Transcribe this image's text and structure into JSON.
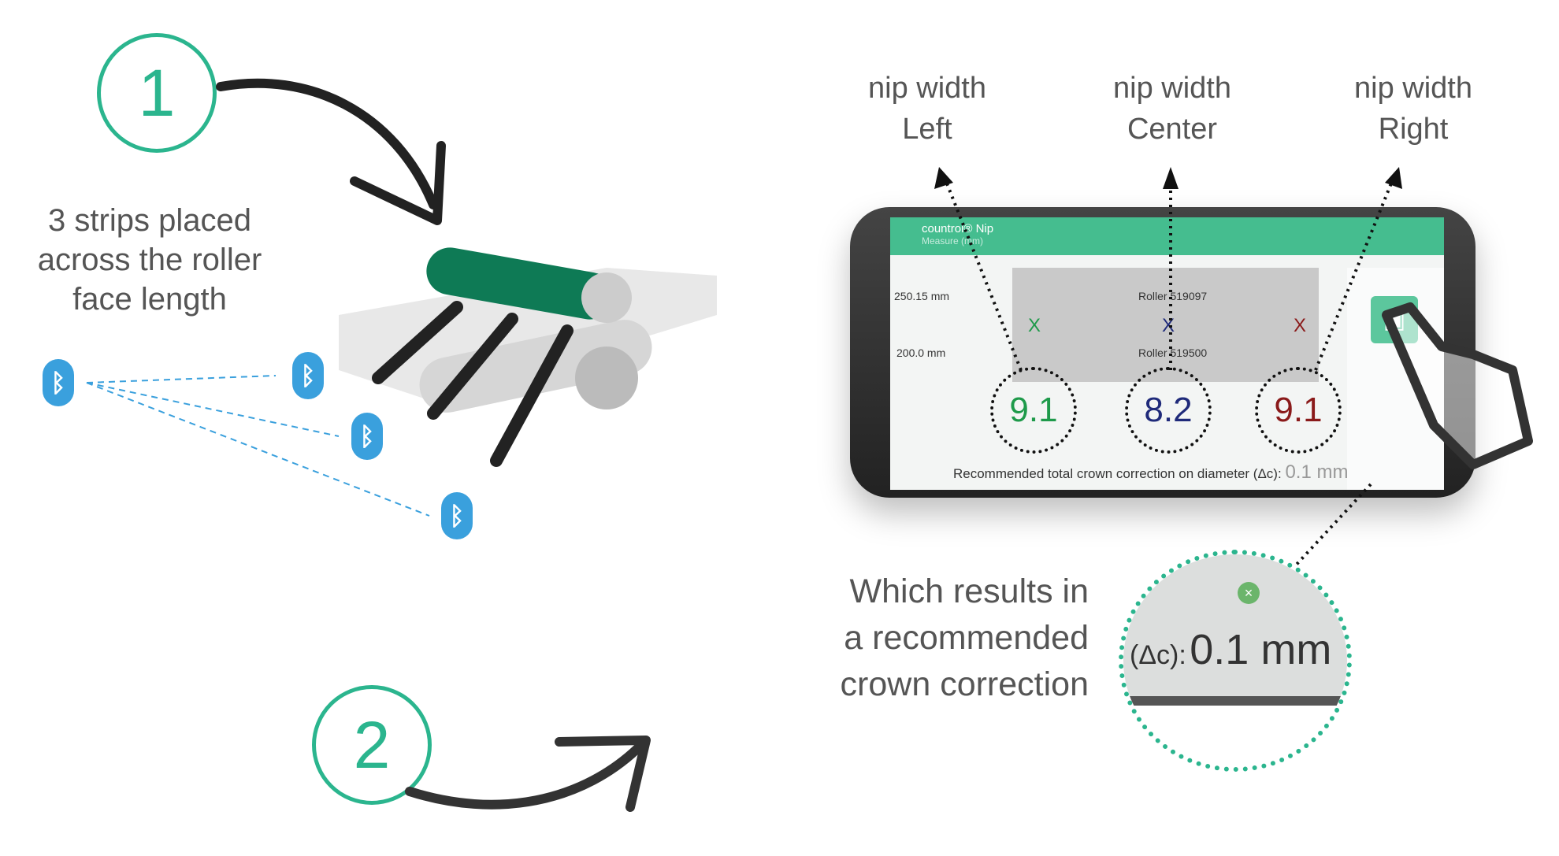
{
  "steps": {
    "one": "1",
    "two": "2"
  },
  "left_caption": [
    "3 strips placed",
    "across the roller",
    "face length"
  ],
  "icons": {
    "bluetooth": "bluetooth-icon",
    "hand": "hand-pointer-icon",
    "save": "save-icon"
  },
  "nip_labels": [
    {
      "line1": "nip width",
      "line2": "Left"
    },
    {
      "line1": "nip width",
      "line2": "Center"
    },
    {
      "line1": "nip width",
      "line2": "Right"
    }
  ],
  "phone": {
    "app_title": "countrol® Nip",
    "app_subtitle": "Measure (mm)",
    "diameter_top": "250.15 mm",
    "diameter_bottom": "200.0 mm",
    "roller_top": "Roller 519097",
    "roller_bottom": "Roller 519500",
    "markers": [
      "X",
      "X",
      "X"
    ],
    "values": [
      {
        "value": "9.1",
        "color": "#1e9a4a"
      },
      {
        "value": "8.2",
        "color": "#1f2a7a"
      },
      {
        "value": "9.1",
        "color": "#8a1a1a"
      }
    ],
    "recommendation_label": "Recommended total crown correction on diameter (Δc):",
    "recommendation_value": "0.1 mm"
  },
  "zoom": {
    "label": "(Δc):",
    "value": "0.1 mm"
  },
  "result_caption": [
    "Which results in",
    "a recommended",
    "crown correction"
  ],
  "colors": {
    "accent": "#2bb58e",
    "bluetooth": "#3aa0dd",
    "roller": "#0e7a55"
  }
}
